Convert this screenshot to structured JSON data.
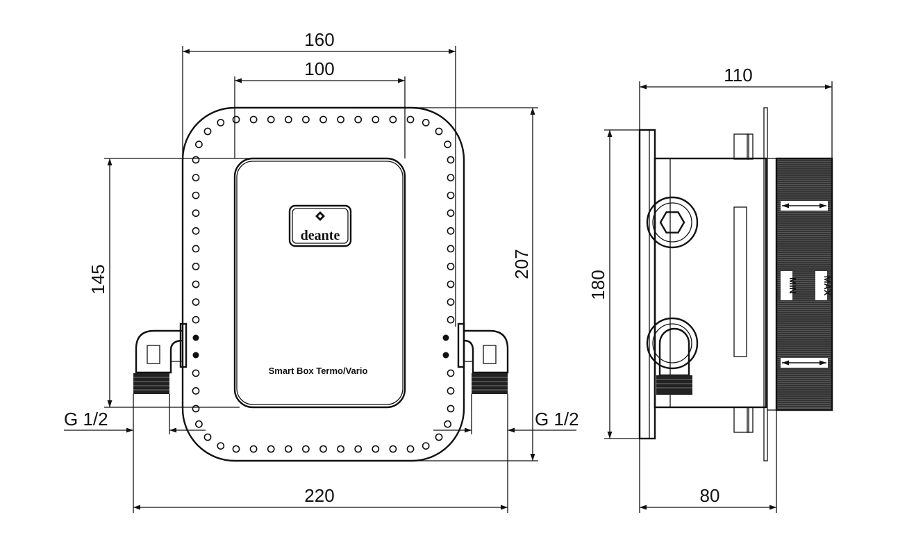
{
  "dimensions": {
    "outer_width": "160",
    "inner_width": "100",
    "inner_height": "145",
    "total_height": "207",
    "total_width": "220",
    "thread_left": "G 1/2",
    "thread_right": "G 1/2",
    "depth_total": "110",
    "side_height": "180",
    "depth_base": "80"
  },
  "labels": {
    "brand": "deante",
    "product": "Smart Box Termo/Vario",
    "min": "MIN",
    "max": "MAX"
  }
}
